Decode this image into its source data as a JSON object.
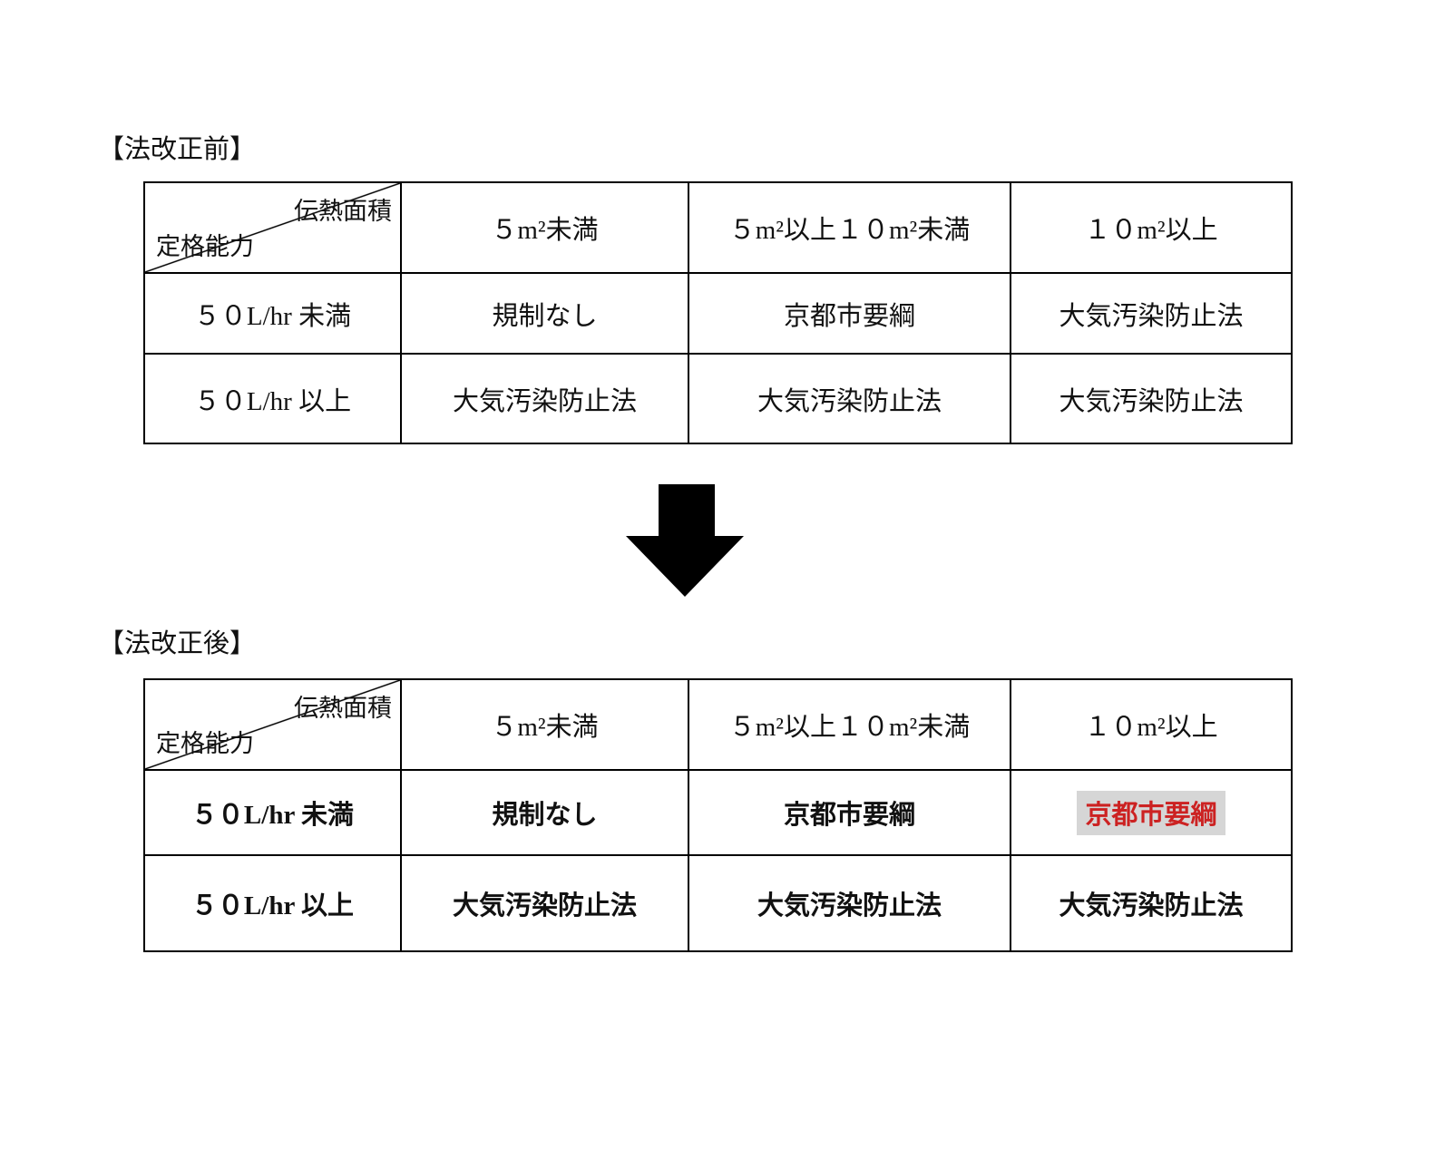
{
  "page": {
    "background_color": "#ffffff",
    "language": "ja"
  },
  "colors": {
    "text": "#111111",
    "table_border": "#000000",
    "arrow": "#000000",
    "changed_cell_text": "#cc2222",
    "changed_cell_highlight": "#d6d6d6"
  },
  "before": {
    "title": "【法改正前】",
    "corner": {
      "top_label": "伝熱面積",
      "bottom_label": "定格能力"
    },
    "col_headers": [
      "５m²未満",
      "５m²以上１０m²未満",
      "１０m²以上"
    ],
    "rows": [
      {
        "header": "５０L/hr 未満",
        "cells": [
          "規制なし",
          "京都市要綱",
          "大気汚染防止法"
        ]
      },
      {
        "header": "５０L/hr 以上",
        "cells": [
          "大気汚染防止法",
          "大気汚染防止法",
          "大気汚染防止法"
        ]
      }
    ]
  },
  "arrow": {
    "icon": "down-arrow-icon",
    "color": "#000000"
  },
  "after": {
    "title": "【法改正後】",
    "corner": {
      "top_label": "伝熱面積",
      "bottom_label": "定格能力"
    },
    "col_headers": [
      "５m²未満",
      "５m²以上１０m²未満",
      "１０m²以上"
    ],
    "rows": [
      {
        "header": "５０L/hr 未満",
        "cells": [
          "規制なし",
          "京都市要綱",
          "京都市要綱"
        ],
        "changed_cell_index": 2
      },
      {
        "header": "５０L/hr 以上",
        "cells": [
          "大気汚染防止法",
          "大気汚染防止法",
          "大気汚染防止法"
        ]
      }
    ]
  }
}
